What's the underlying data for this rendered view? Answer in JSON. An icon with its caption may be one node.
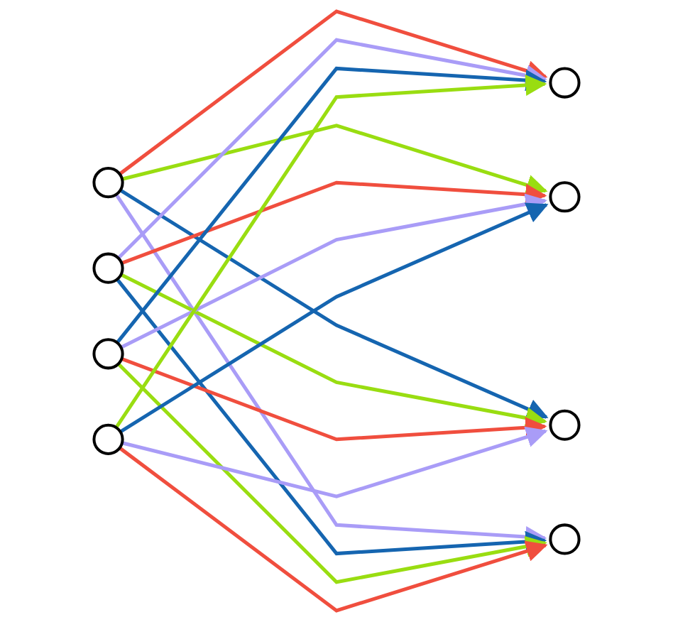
{
  "diagram": {
    "nodes": [
      {
        "text": [],
        "shape": "circle"
      },
      {
        "text": [],
        "shape": "circle"
      },
      {
        "text": [],
        "shape": "circle"
      },
      {
        "text": [],
        "shape": "circle"
      },
      {
        "text": [],
        "shape": "circle"
      },
      {
        "text": [],
        "shape": "circle"
      },
      {
        "text": [],
        "shape": "circle"
      },
      {
        "text": [],
        "shape": "circle"
      }
    ],
    "edges": [
      {
        "from": 0,
        "to": 4,
        "arrow": "to",
        "color": "#f04e3e"
      },
      {
        "from": 0,
        "to": 5,
        "arrow": "to",
        "color": "#99dd11"
      },
      {
        "from": 0,
        "to": 6,
        "arrow": "to",
        "color": "#1565b0"
      },
      {
        "from": 0,
        "to": 7,
        "arrow": "to",
        "color": "#a99cf7"
      },
      {
        "from": 1,
        "to": 4,
        "arrow": "to",
        "color": "#a99cf7"
      },
      {
        "from": 1,
        "to": 5,
        "arrow": "to",
        "color": "#f04e3e"
      },
      {
        "from": 1,
        "to": 6,
        "arrow": "to",
        "color": "#99dd11"
      },
      {
        "from": 1,
        "to": 7,
        "arrow": "to",
        "color": "#1565b0"
      },
      {
        "from": 2,
        "to": 4,
        "arrow": "to",
        "color": "#1565b0"
      },
      {
        "from": 2,
        "to": 5,
        "arrow": "to",
        "color": "#a99cf7"
      },
      {
        "from": 2,
        "to": 6,
        "arrow": "to",
        "color": "#f04e3e"
      },
      {
        "from": 2,
        "to": 7,
        "arrow": "to",
        "color": "#99dd11"
      },
      {
        "from": 3,
        "to": 4,
        "arrow": "to",
        "color": "#99dd11"
      },
      {
        "from": 3,
        "to": 5,
        "arrow": "to",
        "color": "#1565b0"
      },
      {
        "from": 3,
        "to": 6,
        "arrow": "to",
        "color": "#a99cf7"
      },
      {
        "from": 3,
        "to": 7,
        "arrow": "to",
        "color": "#f04e3e"
      }
    ]
  }
}
